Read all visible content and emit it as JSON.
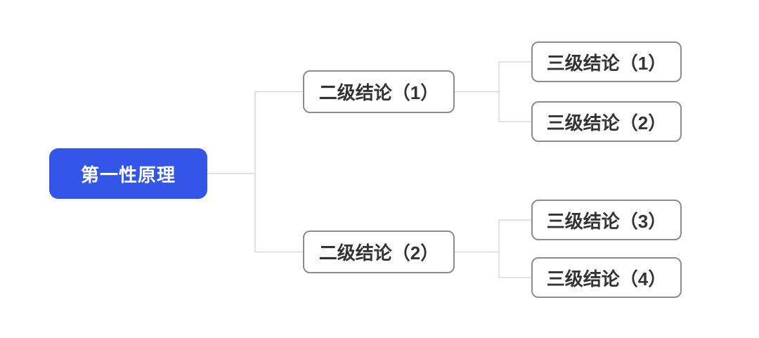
{
  "canvas": {
    "background": "#ffffff"
  },
  "colors": {
    "canvas_bg": "#ffffff",
    "root_fill": "#3355e8",
    "root_text": "#ffffff",
    "node_fill": "#ffffff",
    "node_border": "#8c8c8c",
    "node_text": "#333333",
    "connector": "#d8d8d8"
  },
  "mindmap": {
    "root": {
      "label": "第一性原理"
    },
    "level2": [
      {
        "label": "二级结论（1）"
      },
      {
        "label": "二级结论（2）"
      }
    ],
    "level3": [
      {
        "label": "三级结论（1）"
      },
      {
        "label": "三级结论（2）"
      },
      {
        "label": "三级结论（3）"
      },
      {
        "label": "三级结论（4）"
      }
    ]
  }
}
